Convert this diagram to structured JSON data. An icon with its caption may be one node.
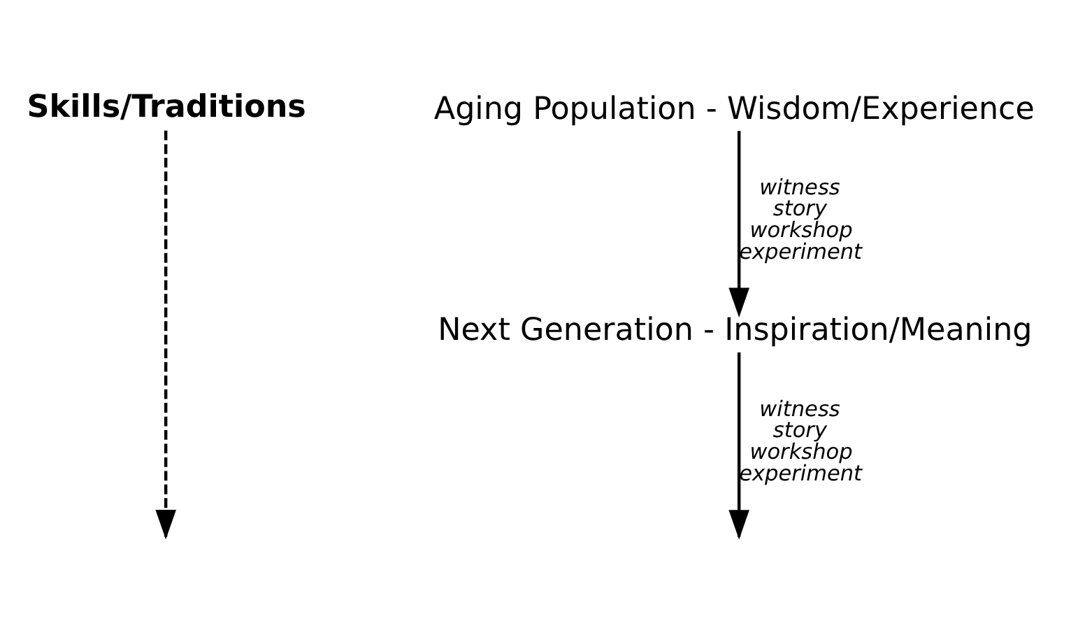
{
  "diagram": {
    "nodes": [
      {
        "text": [
          "Skills/Traditions"
        ]
      },
      {
        "text": [
          "Aging Population - Wisdom/Experience"
        ]
      },
      {
        "text": [
          "Next Generation - Inspiration/Meaning"
        ]
      }
    ],
    "edges": [
      {
        "from": 0,
        "to": null,
        "arrow": "to",
        "style": "dashed"
      },
      {
        "from": 1,
        "to": 2,
        "arrow": "to",
        "label": "witness story workshop experiment"
      },
      {
        "from": 2,
        "to": null,
        "arrow": "to",
        "label": "witness story workshop experiment"
      }
    ]
  }
}
